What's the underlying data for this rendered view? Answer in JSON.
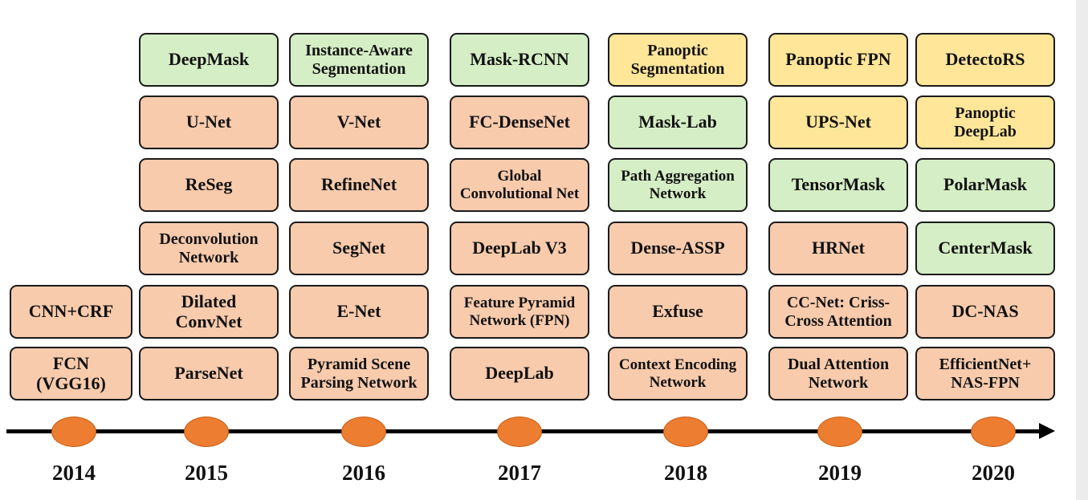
{
  "colors": {
    "orange": "#f8cbad",
    "green": "#d5eec5",
    "yellow": "#ffe699",
    "marker": "#ed7d31",
    "axis": "#000000"
  },
  "timeline": {
    "years": [
      "2014",
      "2015",
      "2016",
      "2017",
      "2018",
      "2019",
      "2020"
    ]
  },
  "columns": [
    {
      "year": "2014",
      "boxes": [
        {
          "label": "CNN+CRF",
          "color": "orange"
        },
        {
          "label": "FCN\n(VGG16)",
          "color": "orange"
        }
      ]
    },
    {
      "year": "2015",
      "boxes": [
        {
          "label": "DeepMask",
          "color": "green"
        },
        {
          "label": "U-Net",
          "color": "orange"
        },
        {
          "label": "ReSeg",
          "color": "orange"
        },
        {
          "label": "Deconvolution\nNetwork",
          "color": "orange"
        },
        {
          "label": "Dilated\nConvNet",
          "color": "orange"
        },
        {
          "label": "ParseNet",
          "color": "orange"
        }
      ]
    },
    {
      "year": "2016",
      "boxes": [
        {
          "label": "Instance-Aware\nSegmentation",
          "color": "green"
        },
        {
          "label": "V-Net",
          "color": "orange"
        },
        {
          "label": "RefineNet",
          "color": "orange"
        },
        {
          "label": "SegNet",
          "color": "orange"
        },
        {
          "label": "E-Net",
          "color": "orange"
        },
        {
          "label": "Pyramid Scene\nParsing Network",
          "color": "orange"
        }
      ]
    },
    {
      "year": "2017",
      "boxes": [
        {
          "label": "Mask-RCNN",
          "color": "green"
        },
        {
          "label": "FC-DenseNet",
          "color": "orange"
        },
        {
          "label": "Global\nConvolutional Net",
          "color": "orange"
        },
        {
          "label": "DeepLab V3",
          "color": "orange"
        },
        {
          "label": "Feature Pyramid\nNetwork (FPN)",
          "color": "orange"
        },
        {
          "label": "DeepLab",
          "color": "orange"
        }
      ]
    },
    {
      "year": "2018",
      "boxes": [
        {
          "label": "Panoptic\nSegmentation",
          "color": "yellow"
        },
        {
          "label": "Mask-Lab",
          "color": "green"
        },
        {
          "label": "Path Aggregation\nNetwork",
          "color": "green"
        },
        {
          "label": "Dense-ASSP",
          "color": "orange"
        },
        {
          "label": "Exfuse",
          "color": "orange"
        },
        {
          "label": "Context Encoding\nNetwork",
          "color": "orange"
        }
      ]
    },
    {
      "year": "2019",
      "boxes": [
        {
          "label": "Panoptic FPN",
          "color": "yellow"
        },
        {
          "label": "UPS-Net",
          "color": "yellow"
        },
        {
          "label": "TensorMask",
          "color": "green"
        },
        {
          "label": "HRNet",
          "color": "orange"
        },
        {
          "label": "CC-Net: Criss-\nCross Attention",
          "color": "orange"
        },
        {
          "label": "Dual Attention\nNetwork",
          "color": "orange"
        }
      ]
    },
    {
      "year": "2020",
      "boxes": [
        {
          "label": "DetectoRS",
          "color": "yellow"
        },
        {
          "label": "Panoptic\nDeepLab",
          "color": "yellow"
        },
        {
          "label": "PolarMask",
          "color": "green"
        },
        {
          "label": "CenterMask",
          "color": "green"
        },
        {
          "label": "DC-NAS",
          "color": "orange"
        },
        {
          "label": "EfficientNet+\nNAS-FPN",
          "color": "orange"
        }
      ]
    }
  ]
}
